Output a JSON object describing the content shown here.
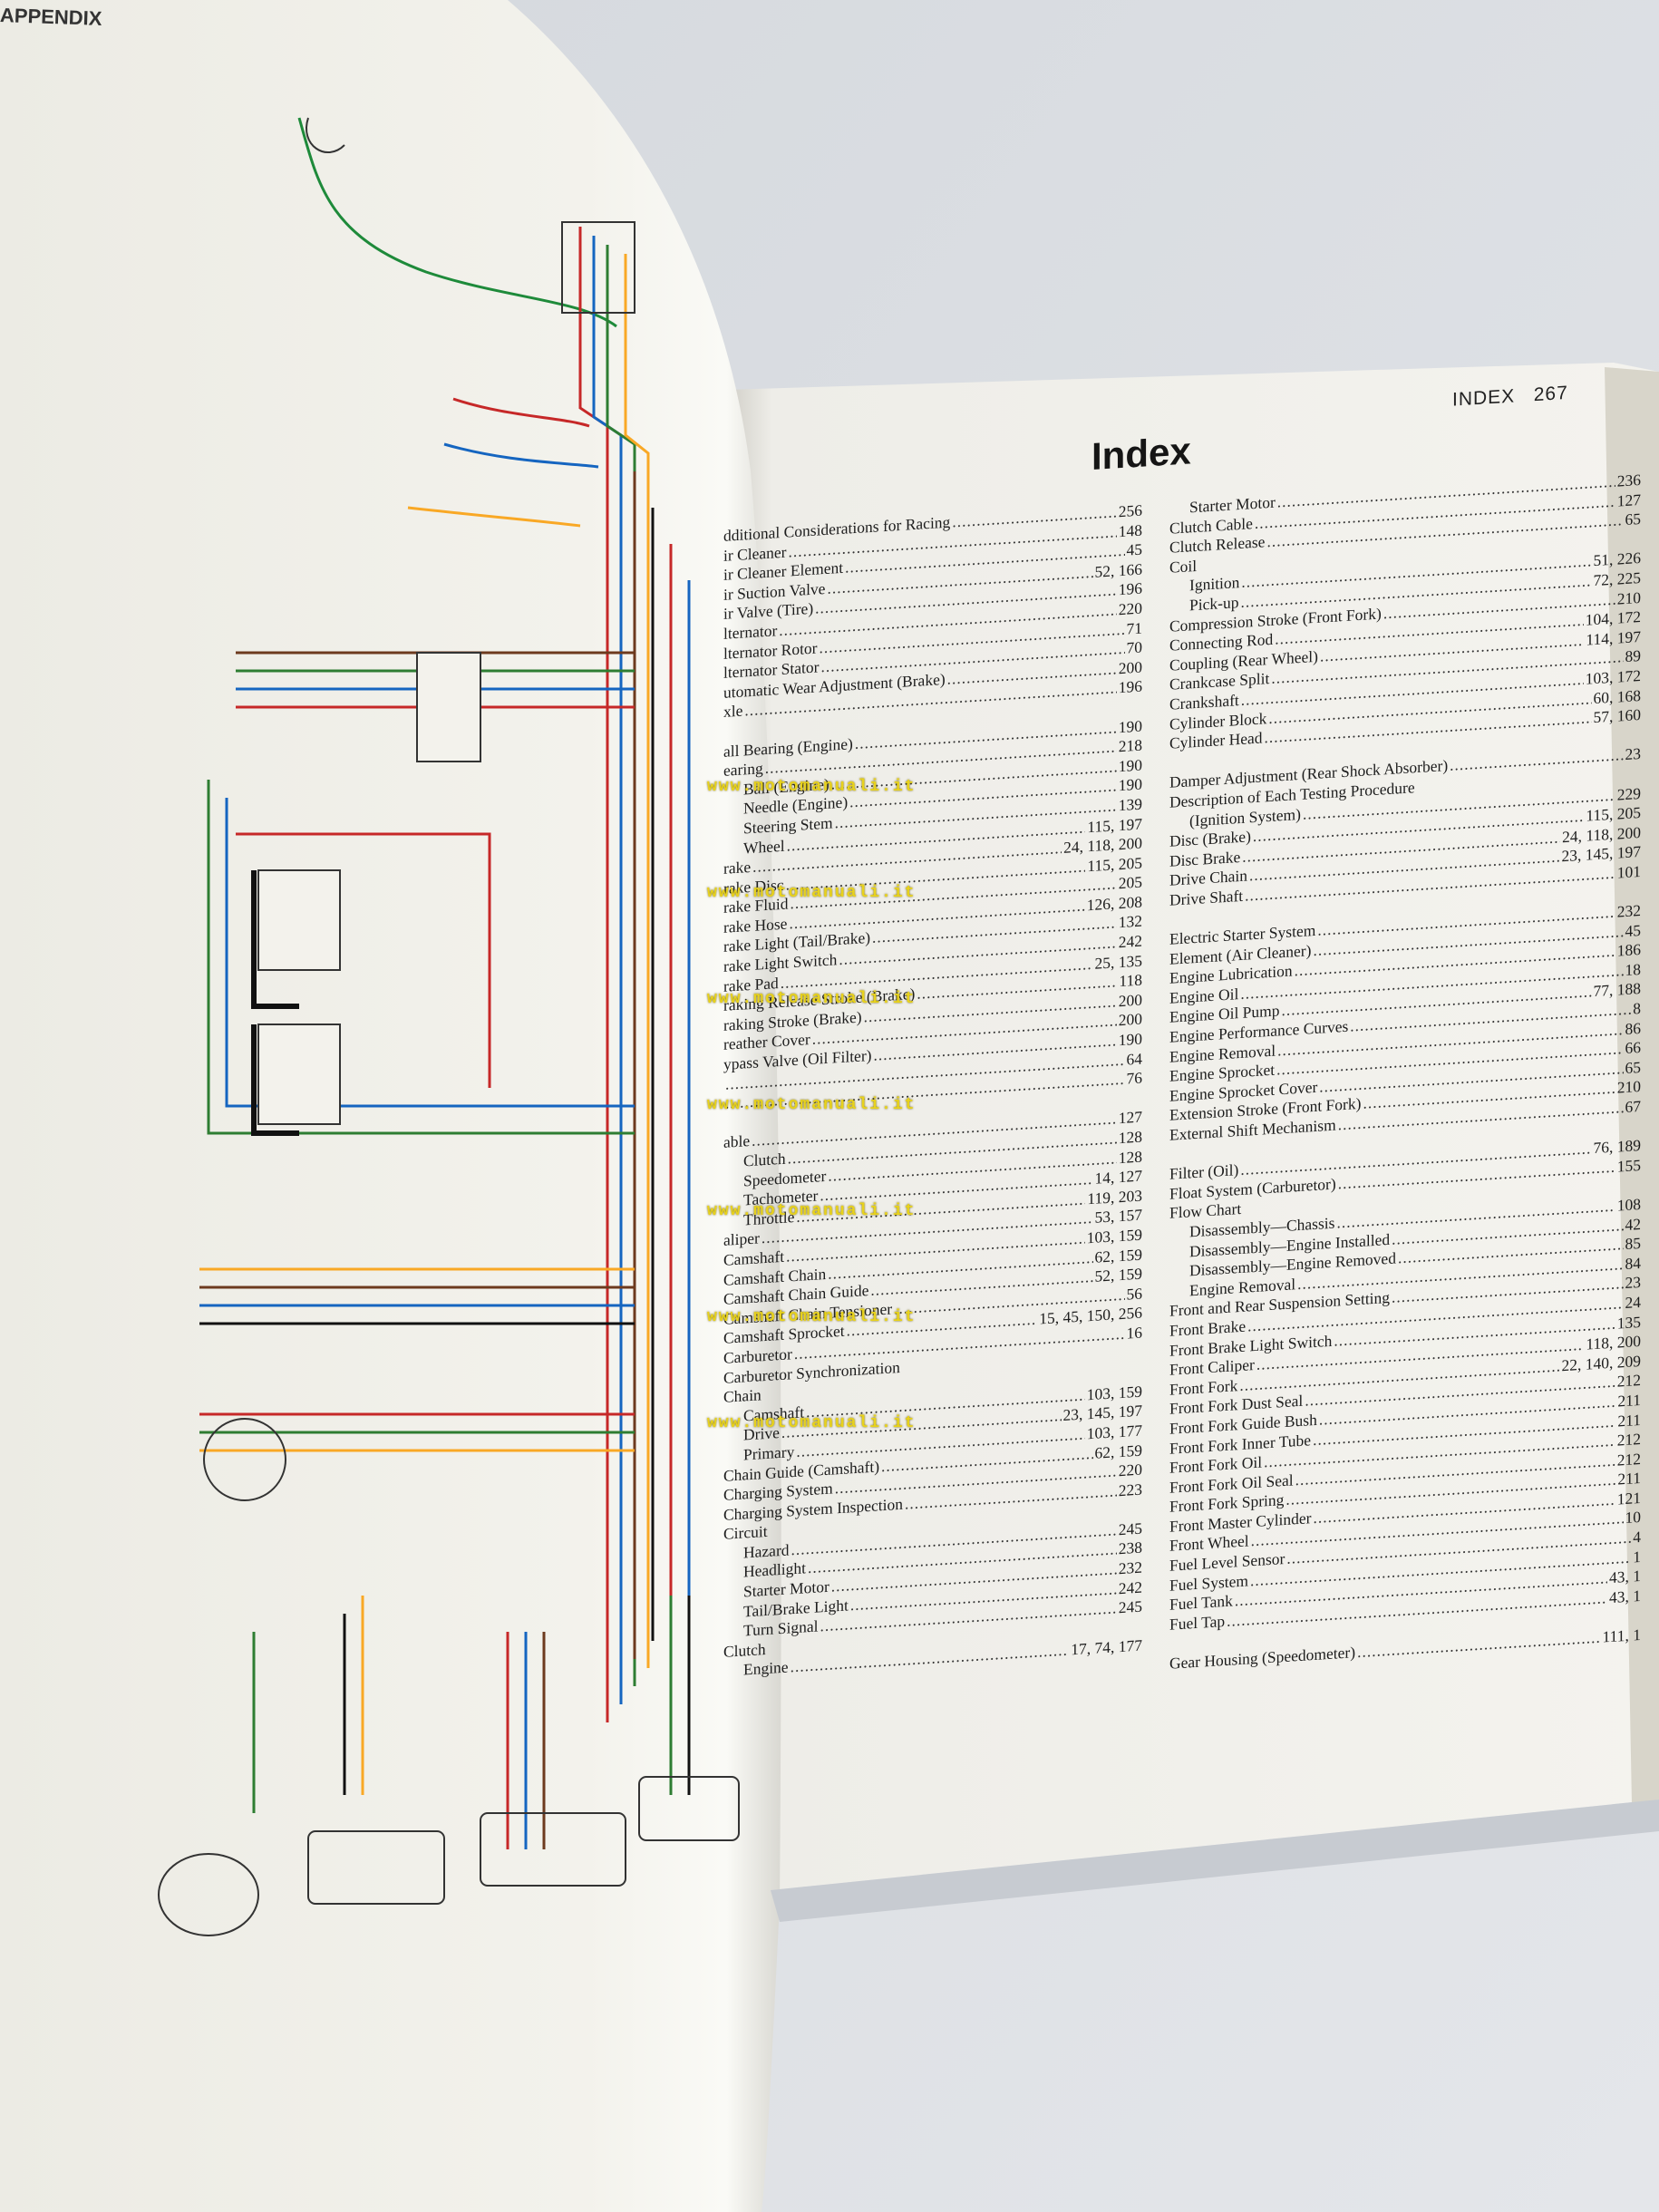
{
  "left_page": {
    "header": "APPENDIX"
  },
  "right_page": {
    "header_label": "INDEX",
    "page_number": "267",
    "title": "Index"
  },
  "watermark": "www.motomanuali.it",
  "index_left": [
    {
      "t": "dditional Considerations for Racing",
      "p": "256",
      "ind": 0
    },
    {
      "t": "ir Cleaner",
      "p": "148",
      "ind": 0
    },
    {
      "t": "ir Cleaner Element",
      "p": "45",
      "ind": 0
    },
    {
      "t": "ir Suction Valve",
      "p": "52, 166",
      "ind": 0
    },
    {
      "t": "ir Valve (Tire)",
      "p": "196",
      "ind": 0
    },
    {
      "t": "lternator",
      "p": "220",
      "ind": 0
    },
    {
      "t": "lternator Rotor",
      "p": "71",
      "ind": 0
    },
    {
      "t": "lternator Stator",
      "p": "70",
      "ind": 0
    },
    {
      "t": "utomatic Wear Adjustment (Brake)",
      "p": "200",
      "ind": 0
    },
    {
      "t": "xle",
      "p": "196",
      "ind": 0
    },
    {
      "gap": true
    },
    {
      "t": "all Bearing (Engine)",
      "p": "190",
      "ind": 0
    },
    {
      "t": "earing",
      "p": "218",
      "ind": 0
    },
    {
      "t": "Ball (Engine)",
      "p": "190",
      "ind": 1
    },
    {
      "t": "Needle (Engine)",
      "p": "190",
      "ind": 1
    },
    {
      "t": "Steering Stem",
      "p": "139",
      "ind": 1
    },
    {
      "t": "Wheel",
      "p": "115, 197",
      "ind": 1
    },
    {
      "t": "rake",
      "p": "24, 118, 200",
      "ind": 0
    },
    {
      "t": "rake Disc",
      "p": "115, 205",
      "ind": 0
    },
    {
      "t": "rake Fluid",
      "p": "205",
      "ind": 0
    },
    {
      "t": "rake Hose",
      "p": "126, 208",
      "ind": 0
    },
    {
      "t": "rake Light (Tail/Brake)",
      "p": "132",
      "ind": 0
    },
    {
      "t": "rake Light Switch",
      "p": "242",
      "ind": 0
    },
    {
      "t": "rake Pad",
      "p": "25, 135",
      "ind": 0
    },
    {
      "t": "raking Release Stroke (Brake)",
      "p": "118",
      "ind": 0
    },
    {
      "t": "raking Stroke (Brake)",
      "p": "200",
      "ind": 0
    },
    {
      "t": "reather Cover",
      "p": "200",
      "ind": 0
    },
    {
      "t": "ypass Valve (Oil Filter)",
      "p": "190",
      "ind": 0
    },
    {
      "t": "",
      "p": "64",
      "ind": 0
    },
    {
      "t": "",
      "p": "76",
      "ind": 0
    },
    {
      "gap": true
    },
    {
      "t": "able",
      "p": "127",
      "ind": 0
    },
    {
      "t": "Clutch",
      "p": "128",
      "ind": 1
    },
    {
      "t": "Speedometer",
      "p": "128",
      "ind": 1
    },
    {
      "t": "Tachometer",
      "p": "14, 127",
      "ind": 1
    },
    {
      "t": "Throttle",
      "p": "119, 203",
      "ind": 1
    },
    {
      "t": "aliper",
      "p": "53, 157",
      "ind": 0
    },
    {
      "t": "Camshaft",
      "p": "103, 159",
      "ind": 0
    },
    {
      "t": "Camshaft Chain",
      "p": "62, 159",
      "ind": 0
    },
    {
      "t": "Camshaft Chain Guide",
      "p": "52, 159",
      "ind": 0
    },
    {
      "t": "Camshaft Chain Tensioner",
      "p": "56",
      "ind": 0
    },
    {
      "t": "Camshaft Sprocket",
      "p": "15, 45, 150, 256",
      "ind": 0
    },
    {
      "t": "Carburetor",
      "p": "16",
      "ind": 0
    },
    {
      "t": "Carburetor Synchronization",
      "p": "",
      "ind": 0
    },
    {
      "t": "Chain",
      "p": "",
      "ind": 0
    },
    {
      "t": "Camshaft",
      "p": "103, 159",
      "ind": 1
    },
    {
      "t": "Drive",
      "p": "23, 145, 197",
      "ind": 1
    },
    {
      "t": "Primary",
      "p": "103, 177",
      "ind": 1
    },
    {
      "t": "Chain Guide (Camshaft)",
      "p": "62, 159",
      "ind": 0
    },
    {
      "t": "Charging System",
      "p": "220",
      "ind": 0
    },
    {
      "t": "Charging System Inspection",
      "p": "223",
      "ind": 0
    },
    {
      "t": "Circuit",
      "p": "",
      "ind": 0
    },
    {
      "t": "Hazard",
      "p": "245",
      "ind": 1
    },
    {
      "t": "Headlight",
      "p": "238",
      "ind": 1
    },
    {
      "t": "Starter Motor",
      "p": "232",
      "ind": 1
    },
    {
      "t": "Tail/Brake Light",
      "p": "242",
      "ind": 1
    },
    {
      "t": "Turn Signal",
      "p": "245",
      "ind": 1
    },
    {
      "t": "Clutch",
      "p": "",
      "ind": 0
    },
    {
      "t": "Engine",
      "p": "17, 74, 177",
      "ind": 1
    }
  ],
  "index_right": [
    {
      "t": "Starter Motor",
      "p": "236",
      "ind": 1
    },
    {
      "t": "Clutch Cable",
      "p": "127",
      "ind": 0
    },
    {
      "t": "Clutch Release",
      "p": "65",
      "ind": 0
    },
    {
      "t": "Coil",
      "p": "",
      "ind": 0
    },
    {
      "t": "Ignition",
      "p": "51, 226",
      "ind": 1
    },
    {
      "t": "Pick-up",
      "p": "72, 225",
      "ind": 1
    },
    {
      "t": "Compression Stroke (Front Fork)",
      "p": "210",
      "ind": 0
    },
    {
      "t": "Connecting Rod",
      "p": "104, 172",
      "ind": 0
    },
    {
      "t": "Coupling (Rear Wheel)",
      "p": "114, 197",
      "ind": 0
    },
    {
      "t": "Crankcase Split",
      "p": "89",
      "ind": 0
    },
    {
      "t": "Crankshaft",
      "p": "103, 172",
      "ind": 0
    },
    {
      "t": "Cylinder Block",
      "p": "60, 168",
      "ind": 0
    },
    {
      "t": "Cylinder Head",
      "p": "57, 160",
      "ind": 0
    },
    {
      "gap": true
    },
    {
      "t": "Damper Adjustment (Rear Shock Absorber)",
      "p": "23",
      "ind": 0
    },
    {
      "t": "Description of Each Testing Procedure",
      "p": "",
      "ind": 0
    },
    {
      "t": "(Ignition System)",
      "p": "229",
      "ind": 1
    },
    {
      "t": "Disc (Brake)",
      "p": "115, 205",
      "ind": 0
    },
    {
      "t": "Disc Brake",
      "p": "24, 118, 200",
      "ind": 0
    },
    {
      "t": "Drive Chain",
      "p": "23, 145, 197",
      "ind": 0
    },
    {
      "t": "Drive Shaft",
      "p": "101",
      "ind": 0
    },
    {
      "gap": true
    },
    {
      "t": "Electric Starter System",
      "p": "232",
      "ind": 0
    },
    {
      "t": "Element (Air Cleaner)",
      "p": "45",
      "ind": 0
    },
    {
      "t": "Engine Lubrication",
      "p": "186",
      "ind": 0
    },
    {
      "t": "Engine Oil",
      "p": "18",
      "ind": 0
    },
    {
      "t": "Engine Oil Pump",
      "p": "77, 188",
      "ind": 0
    },
    {
      "t": "Engine Performance Curves",
      "p": "8",
      "ind": 0
    },
    {
      "t": "Engine Removal",
      "p": "86",
      "ind": 0
    },
    {
      "t": "Engine Sprocket",
      "p": "66",
      "ind": 0
    },
    {
      "t": "Engine Sprocket Cover",
      "p": "65",
      "ind": 0
    },
    {
      "t": "Extension Stroke (Front Fork)",
      "p": "210",
      "ind": 0
    },
    {
      "t": "External Shift Mechanism",
      "p": "67",
      "ind": 0
    },
    {
      "gap": true
    },
    {
      "t": "Filter (Oil)",
      "p": "76, 189",
      "ind": 0
    },
    {
      "t": "Float System (Carburetor)",
      "p": "155",
      "ind": 0
    },
    {
      "t": "Flow Chart",
      "p": "",
      "ind": 0
    },
    {
      "t": "Disassembly—Chassis",
      "p": "108",
      "ind": 1
    },
    {
      "t": "Disassembly—Engine Installed",
      "p": "42",
      "ind": 1
    },
    {
      "t": "Disassembly—Engine Removed",
      "p": "85",
      "ind": 1
    },
    {
      "t": "Engine Removal",
      "p": "84",
      "ind": 1
    },
    {
      "t": "Front and Rear Suspension Setting",
      "p": "23",
      "ind": 0
    },
    {
      "t": "Front Brake",
      "p": "24",
      "ind": 0
    },
    {
      "t": "Front Brake Light Switch",
      "p": "135",
      "ind": 0
    },
    {
      "t": "Front Caliper",
      "p": "118, 200",
      "ind": 0
    },
    {
      "t": "Front Fork",
      "p": "22, 140, 209",
      "ind": 0
    },
    {
      "t": "Front Fork Dust Seal",
      "p": "212",
      "ind": 0
    },
    {
      "t": "Front Fork Guide Bush",
      "p": "211",
      "ind": 0
    },
    {
      "t": "Front Fork Inner Tube",
      "p": "211",
      "ind": 0
    },
    {
      "t": "Front Fork Oil",
      "p": "212",
      "ind": 0
    },
    {
      "t": "Front Fork Oil Seal",
      "p": "212",
      "ind": 0
    },
    {
      "t": "Front Fork Spring",
      "p": "211",
      "ind": 0
    },
    {
      "t": "Front Master Cylinder",
      "p": "121",
      "ind": 0
    },
    {
      "t": "Front Wheel",
      "p": "10",
      "ind": 0
    },
    {
      "t": "Fuel Level Sensor",
      "p": "4",
      "ind": 0
    },
    {
      "t": "Fuel System",
      "p": "1",
      "ind": 0
    },
    {
      "t": "Fuel Tank",
      "p": "43, 1",
      "ind": 0
    },
    {
      "t": "Fuel Tap",
      "p": "43, 1",
      "ind": 0
    },
    {
      "gap": true
    },
    {
      "t": "Gear Housing (Speedometer)",
      "p": "111, 1",
      "ind": 0
    }
  ]
}
